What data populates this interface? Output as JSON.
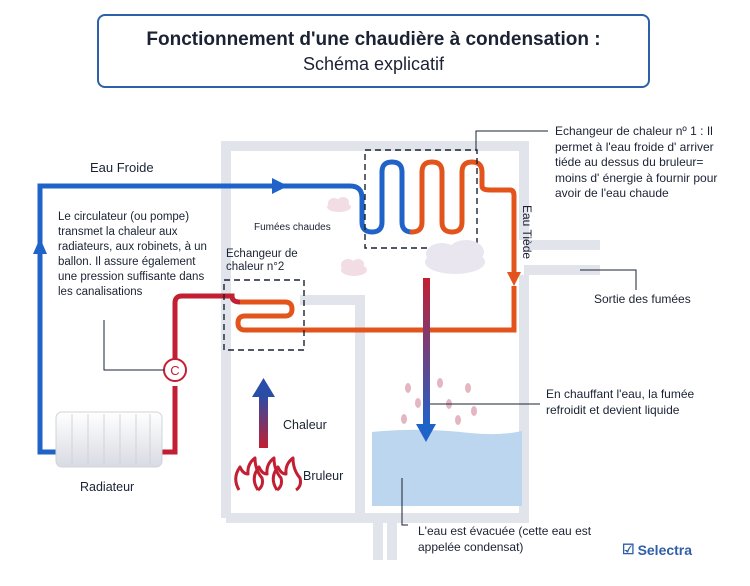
{
  "title": {
    "main": "Fonctionnement d'une chaudière à condensation :",
    "sub": "Schéma explicatif"
  },
  "labels": {
    "eau_froide": "Eau Froide",
    "eau_tiede": "Eau Tiède",
    "fumees_chaudes": "Fumées chaudes",
    "circulateur": "Le circulateur (ou pompe) transmet la chaleur aux radiateurs, aux robinets, à un ballon. Il assure également une pression suffisante dans les canalisations",
    "echangeur2": "Echangeur de chaleur n°2",
    "echangeur1": "Echangeur de chaleur nº 1 : Il permet à l'eau froide d' arriver tiéde au dessus du bruleur= moins d' énergie à fournir pour avoir de l'eau chaude",
    "sortie_fumees": "Sortie des fumées",
    "fumee_liquide": "En chauffant l'eau, la fumée refroidit et devient liquide",
    "condensat": "L'eau est évacuée (cette eau est appelée condensat)",
    "chaleur": "Chaleur",
    "bruleur": "Bruleur",
    "radiateur": "Radiateur",
    "circulateur_symbol": "C"
  },
  "brand": {
    "name": "Selectra",
    "mark": "☑"
  },
  "colors": {
    "cold": "#1f63c9",
    "warm": "#e2541c",
    "hot": "#c21f32",
    "pipe_outline": "#e3e5ea",
    "title_border": "#2f5fa8",
    "water": "#bcd6ef"
  },
  "icons": [
    "flame-icon",
    "cloud-icon",
    "droplet-icon",
    "arrow-up-icon",
    "arrow-down-icon",
    "radiator-icon"
  ]
}
